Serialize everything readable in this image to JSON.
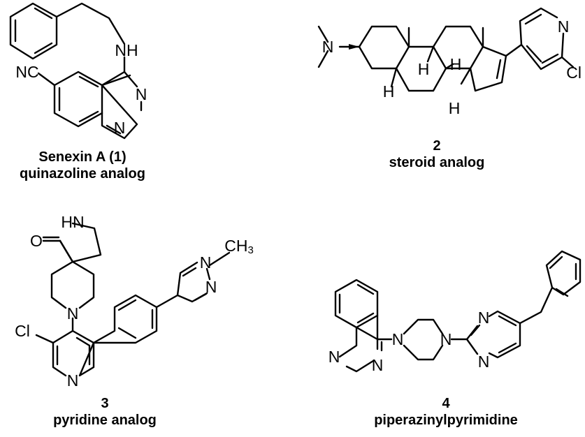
{
  "compounds": [
    {
      "number": "Senexin A (1)",
      "class": "quinazoline analog",
      "atoms": {
        "nh": "NH",
        "nc": "NC",
        "n1": "N",
        "n2": "N"
      }
    },
    {
      "number": "2",
      "class": "steroid analog",
      "atoms": {
        "n_amine": "N",
        "h1": "H",
        "h2": "H",
        "h3": "H",
        "h4": "H",
        "n_pyr": "N",
        "cl": "Cl"
      }
    },
    {
      "number": "3",
      "class": "pyridine analog",
      "atoms": {
        "hn": "HN",
        "o": "O",
        "n_pip": "N",
        "cl": "Cl",
        "n_pyr": "N",
        "n_pz1": "N",
        "n_pz2": "N",
        "ch": "CH",
        "three": "3"
      }
    },
    {
      "number": "4",
      "class": "piperazinylpyrimidine",
      "atoms": {
        "n_q1": "N",
        "n_q2": "N",
        "n_pip1": "N",
        "n_pip2": "N",
        "n_pm1": "N",
        "n_pm2": "N"
      }
    }
  ]
}
